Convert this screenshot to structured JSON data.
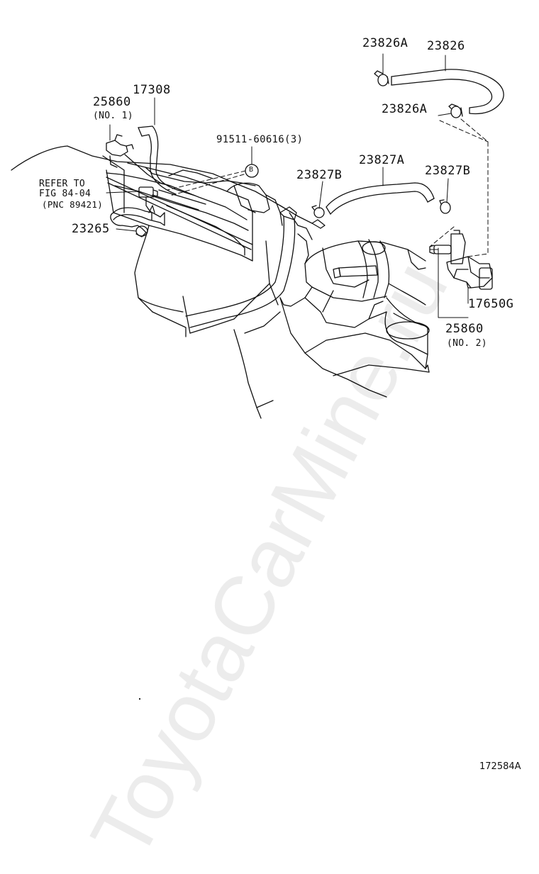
{
  "labels": {
    "p23826a_top": "23826A",
    "p23826": "23826",
    "p17308": "17308",
    "p25860_1": "25860",
    "no1": "(NO. 1)",
    "p23826a_mid": "23826A",
    "p91511": "91511-60616(3)",
    "bolt_mark": "B",
    "p23827a": "23827A",
    "p23827b_left": "23827B",
    "p23827b_right": "23827B",
    "refer_to": "REFER TO",
    "fig": "FIG 84-04",
    "pnc": "(PNC 89421)",
    "p23265": "23265",
    "p17650g": "17650G",
    "p25860_2": "25860",
    "no2": "(NO. 2)",
    "figure_code": "172584A"
  },
  "watermark": "ToyotaCarMine.ru",
  "colors": {
    "ink": "#111111",
    "watermark": "#000000",
    "background": "#ffffff"
  }
}
